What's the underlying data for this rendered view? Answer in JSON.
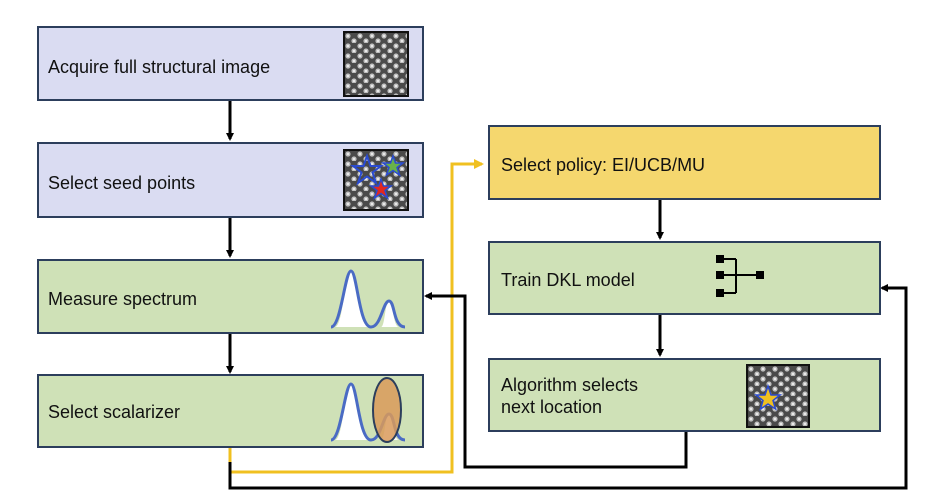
{
  "steps": {
    "acquire": "Acquire full structural image",
    "seed": "Select seed points",
    "measure": "Measure spectrum",
    "scalarizer": "Select scalarizer",
    "policy": "Select policy: EI/UCB/MU",
    "train": "Train DKL model",
    "algorithm": "Algorithm selects\n next location"
  },
  "colors": {
    "structural_boxes": "#dadcf2",
    "measurement_boxes": "#cfe1b7",
    "policy_box": "#f5d76e",
    "flow_arrows": "#000000",
    "policy_arrow": "#f0c020",
    "spectrum_line": "#4a6bc4",
    "scalarizer_ellipse": "#d99a5a"
  },
  "icons": {
    "acquire": "atomic-image-thumbnail",
    "seed": "atomic-image-with-stars",
    "measure": "spectrum-curve",
    "scalarizer": "spectrum-with-ellipse",
    "train": "neural-network-icon",
    "algorithm": "atomic-image-with-star"
  }
}
